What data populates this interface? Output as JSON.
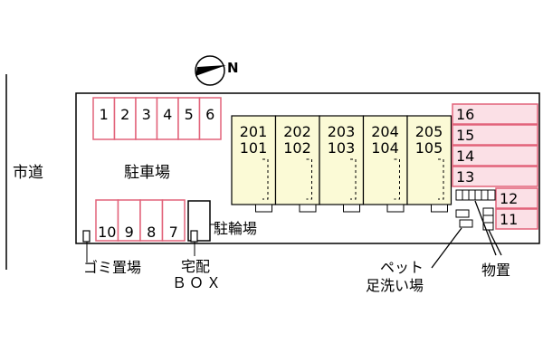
{
  "road_label": "市道",
  "compass_letter": "N",
  "labels": {
    "parking": "駐車場",
    "bicycle": "駐輪場",
    "garbage": "ゴミ置場",
    "delivery_line1": "宅配",
    "delivery_line2": "ＢＯＸ",
    "pet_line1": "ペット",
    "pet_line2": "足洗い場",
    "storage": "物置"
  },
  "parking_top": [
    "1",
    "2",
    "3",
    "4",
    "5",
    "6"
  ],
  "parking_bottom": [
    "10",
    "9",
    "8",
    "7"
  ],
  "parking_right": [
    "16",
    "15",
    "14",
    "13",
    "12",
    "11"
  ],
  "units": [
    {
      "upper": "201",
      "lower": "101"
    },
    {
      "upper": "202",
      "lower": "102"
    },
    {
      "upper": "203",
      "lower": "103"
    },
    {
      "upper": "204",
      "lower": "104"
    },
    {
      "upper": "205",
      "lower": "105"
    }
  ],
  "colors": {
    "parking_border": "#e2637a",
    "parking_fill_right": "#fbe0e6",
    "unit_fill": "#fbfad6"
  }
}
